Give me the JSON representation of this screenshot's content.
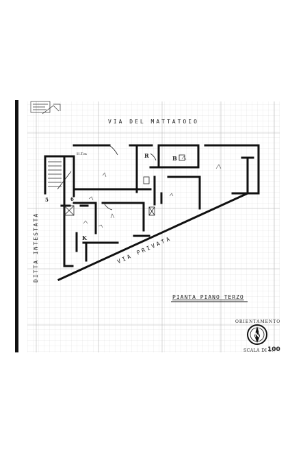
{
  "document": {
    "streets": {
      "top": "VIA DEL MATTATOIO",
      "diagonal": "VIA PRIVATA",
      "left": "DITTA INTESTATA"
    },
    "plan_title": "PIANTA PIANO TERZO",
    "orientation_label": "ORIENTAMENTO",
    "scale_label": "SCALA DI 1:",
    "scale_value": "100",
    "compass_letter": "N",
    "room_labels": {
      "ht": "H.T.m",
      "r": "R",
      "b": "B",
      "five": "5",
      "six": "6",
      "k": "K"
    }
  }
}
